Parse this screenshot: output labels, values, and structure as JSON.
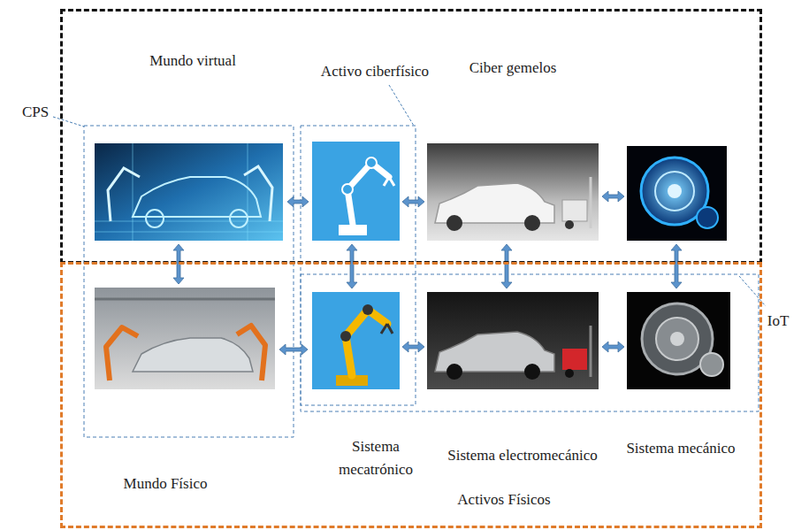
{
  "diagram": {
    "nodes": [
      {
        "text": [
          "Mundo virtual"
        ]
      },
      {
        "text": [
          "Mundo Físico"
        ]
      }
    ],
    "labels": [
      "CPS",
      "Activo ciberfísico",
      "Ciber gemelos",
      "IoT",
      "Sistema mecatrónico",
      "Sistema electromecánico",
      "Sistema mecánico",
      "Activos Físicos"
    ]
  }
}
